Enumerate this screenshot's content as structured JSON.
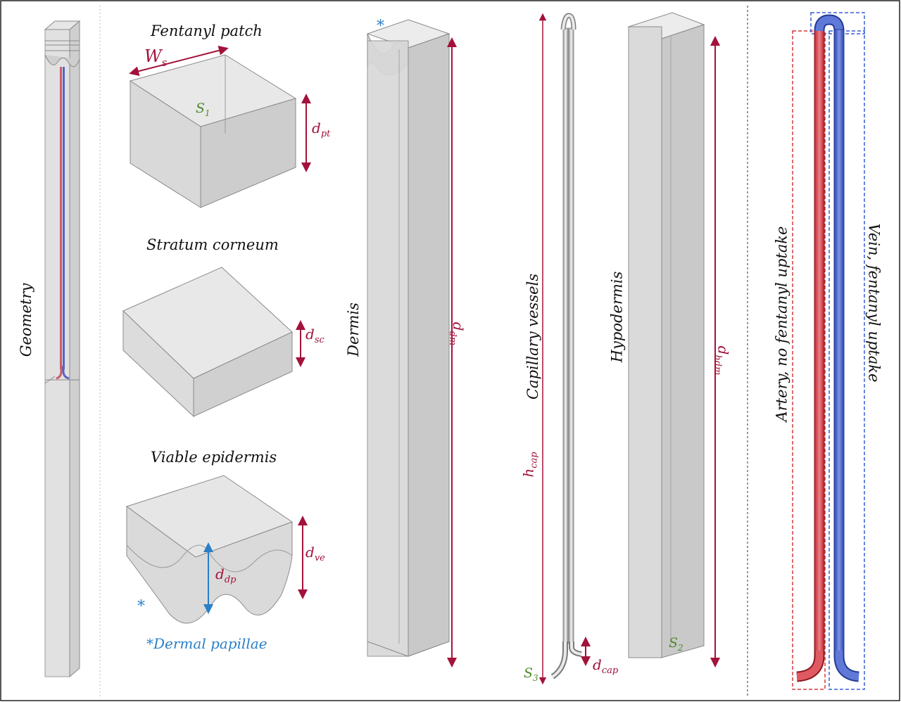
{
  "panels": {
    "geometry": {
      "title": "Geometry"
    },
    "fentanyl_patch": {
      "title": "Fentanyl patch",
      "width_label": "W",
      "width_sub": "s",
      "depth_label": "d",
      "depth_sub": "pt",
      "surface_label": "S",
      "surface_sub": "1"
    },
    "stratum_corneum": {
      "title": "Stratum corneum",
      "depth_label": "d",
      "depth_sub": "sc"
    },
    "viable_epidermis": {
      "title": "Viable epidermis",
      "depth_label": "d",
      "depth_sub": "ve",
      "papilla_label": "d",
      "papilla_sub": "dp",
      "asterisk": "*",
      "note": "*Dermal papillae"
    },
    "dermis": {
      "title": "Dermis",
      "depth_label": "d",
      "depth_sub": "dm",
      "asterisk": "*"
    },
    "capillary": {
      "title": "Capillary vessels",
      "height_label": "h",
      "height_sub": "cap",
      "diameter_label": "d",
      "diameter_sub": "cap",
      "surface_label": "S",
      "surface_sub": "3"
    },
    "hypodermis": {
      "title": "Hypodermis",
      "depth_label": "d",
      "depth_sub": "hdm",
      "surface_label": "S",
      "surface_sub": "2"
    },
    "vessels": {
      "artery_label": "Artery, no fentanyl uptake",
      "vein_label": "Vein, fentanyl uptake"
    }
  },
  "colors": {
    "dimension": "#a3123a",
    "papillae": "#2a7fc6",
    "surface": "#4f8a2a",
    "artery": "#e0454f",
    "vein": "#3b5cc4",
    "box_fill": "#d4d4d4",
    "box_edge": "#8a8a8a"
  }
}
